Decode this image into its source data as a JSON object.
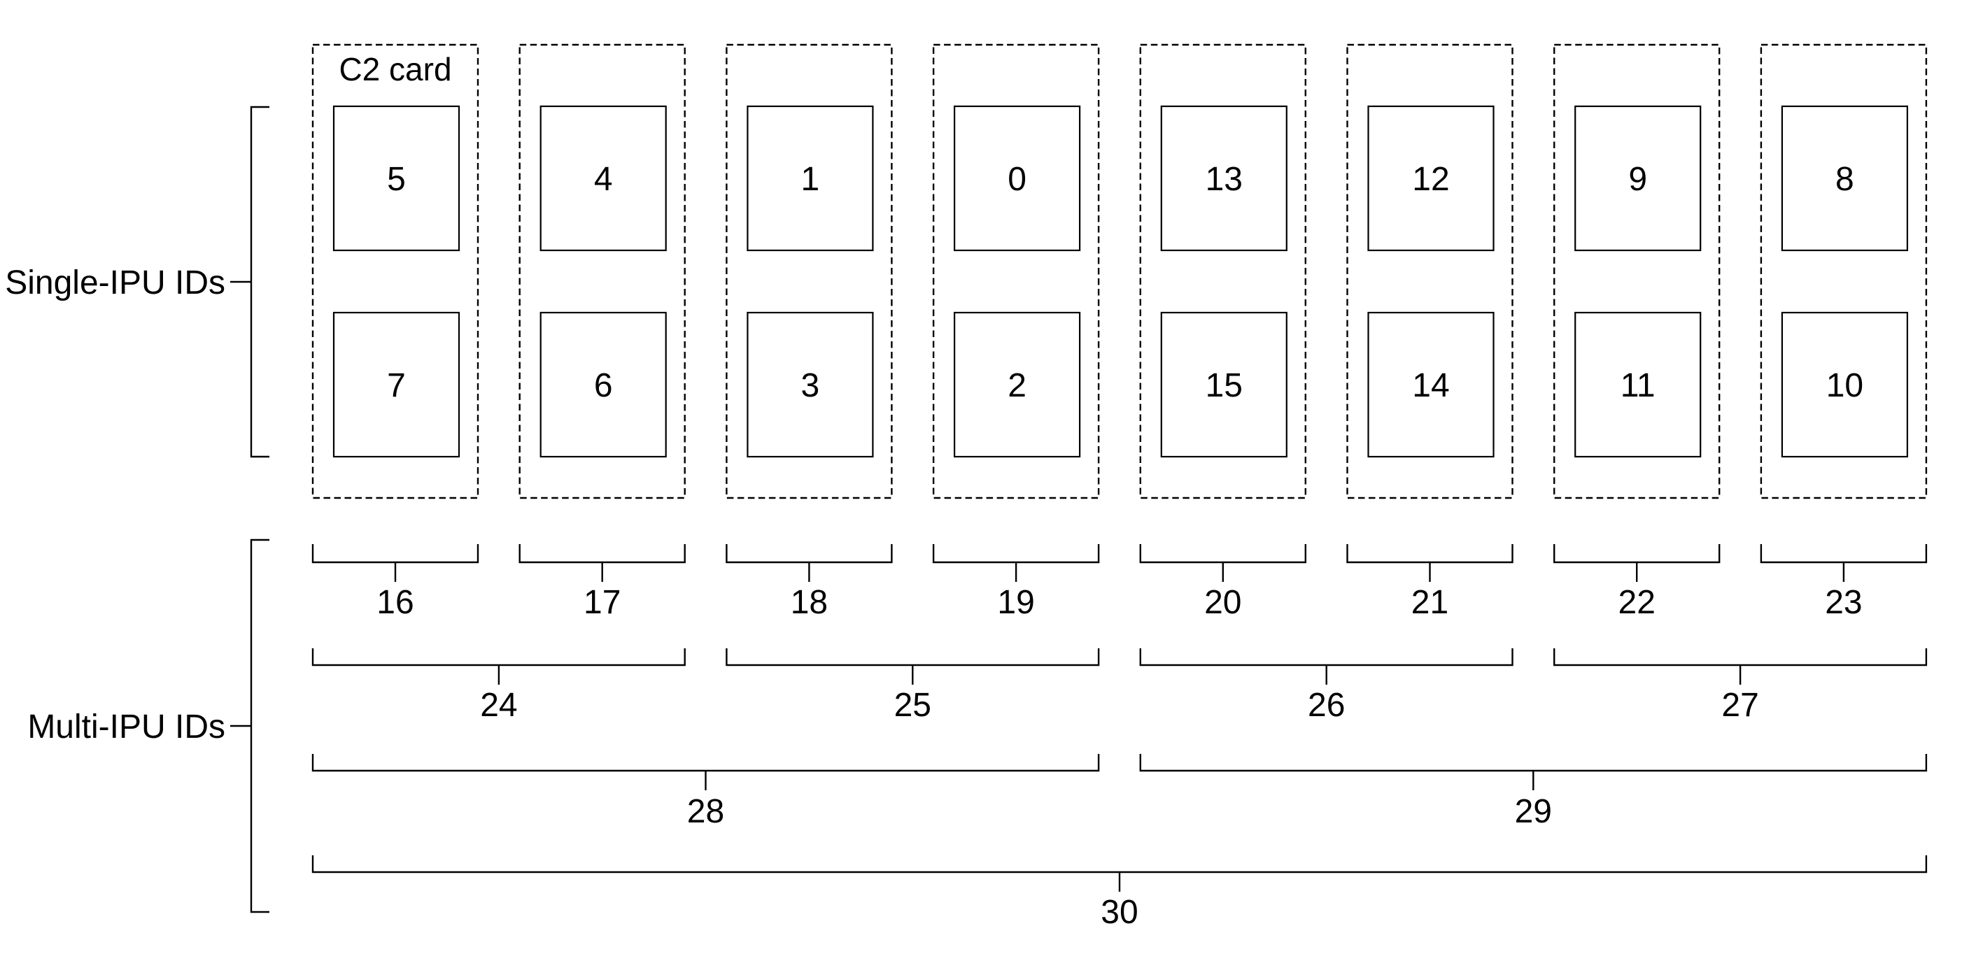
{
  "figure": {
    "background": "#ffffff",
    "ink": "#000000"
  },
  "labels": {
    "c2_card": "C2 card",
    "single_ipu": "Single-IPU IDs",
    "multi_ipu": "Multi-IPU IDs"
  },
  "cards": [
    {
      "top_ipu": "5",
      "bottom_ipu": "7"
    },
    {
      "top_ipu": "4",
      "bottom_ipu": "6"
    },
    {
      "top_ipu": "1",
      "bottom_ipu": "3"
    },
    {
      "top_ipu": "0",
      "bottom_ipu": "2"
    },
    {
      "top_ipu": "13",
      "bottom_ipu": "15"
    },
    {
      "top_ipu": "12",
      "bottom_ipu": "14"
    },
    {
      "top_ipu": "9",
      "bottom_ipu": "11"
    },
    {
      "top_ipu": "8",
      "bottom_ipu": "10"
    }
  ],
  "multi_ipu_groups": [
    {
      "id": "16",
      "spans_cards": [
        1,
        1
      ],
      "tier": 1
    },
    {
      "id": "17",
      "spans_cards": [
        2,
        2
      ],
      "tier": 1
    },
    {
      "id": "18",
      "spans_cards": [
        3,
        3
      ],
      "tier": 1
    },
    {
      "id": "19",
      "spans_cards": [
        4,
        4
      ],
      "tier": 1
    },
    {
      "id": "20",
      "spans_cards": [
        5,
        5
      ],
      "tier": 1
    },
    {
      "id": "21",
      "spans_cards": [
        6,
        6
      ],
      "tier": 1
    },
    {
      "id": "22",
      "spans_cards": [
        7,
        7
      ],
      "tier": 1
    },
    {
      "id": "23",
      "spans_cards": [
        8,
        8
      ],
      "tier": 1
    },
    {
      "id": "24",
      "spans_cards": [
        1,
        2
      ],
      "tier": 2
    },
    {
      "id": "25",
      "spans_cards": [
        3,
        4
      ],
      "tier": 2
    },
    {
      "id": "26",
      "spans_cards": [
        5,
        6
      ],
      "tier": 2
    },
    {
      "id": "27",
      "spans_cards": [
        7,
        8
      ],
      "tier": 2
    },
    {
      "id": "28",
      "spans_cards": [
        1,
        4
      ],
      "tier": 3
    },
    {
      "id": "29",
      "spans_cards": [
        5,
        8
      ],
      "tier": 3
    },
    {
      "id": "30",
      "spans_cards": [
        1,
        8
      ],
      "tier": 4
    }
  ]
}
